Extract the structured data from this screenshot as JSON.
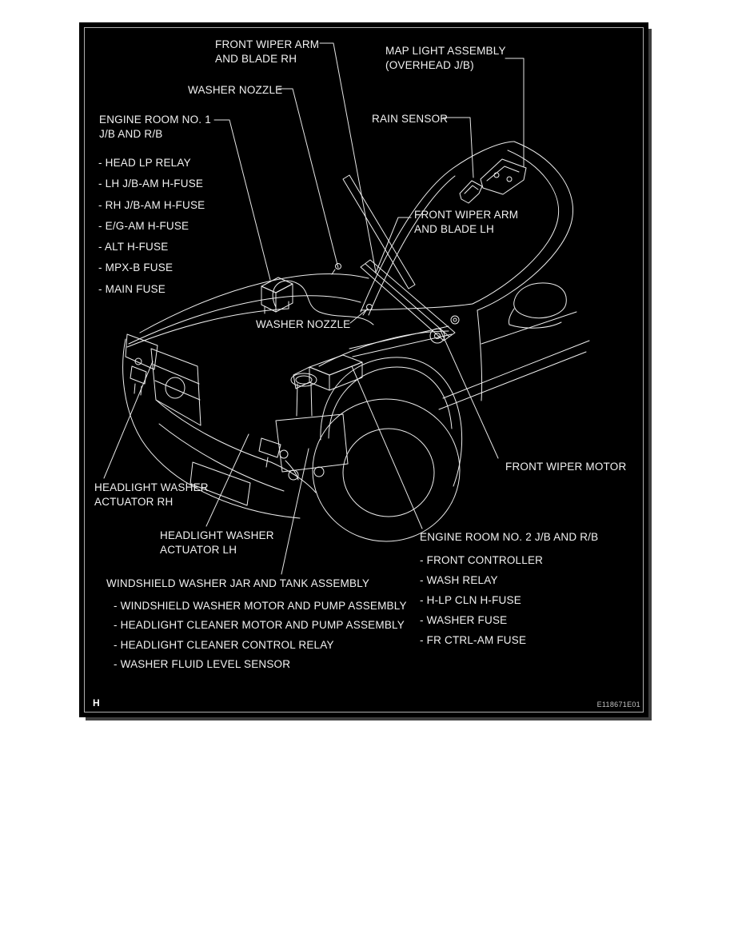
{
  "diagram": {
    "title_context": "Wiper and washer component location diagram",
    "page_marker": "H",
    "figure_code": "E118671E01",
    "colors": {
      "panel_background": "#000000",
      "line_art": "#ededed",
      "label_text": "#f1f1f1",
      "panel_border": "#aeaeae",
      "page_background": "#ffffff"
    },
    "labels": {
      "front_wiper_arm_rh": [
        "FRONT WIPER ARM",
        "AND BLADE RH"
      ],
      "map_light_assembly": [
        "MAP LIGHT ASSEMBLY",
        "(OVERHEAD J/B)"
      ],
      "washer_nozzle_top": "WASHER NOZZLE",
      "rain_sensor": "RAIN SENSOR",
      "front_wiper_arm_lh": [
        "FRONT WIPER ARM",
        "AND BLADE LH"
      ],
      "washer_nozzle_mid": "WASHER NOZZLE",
      "front_wiper_motor": "FRONT WIPER MOTOR",
      "headlight_washer_actuator_rh": [
        "HEADLIGHT WASHER",
        "ACTUATOR RH"
      ],
      "headlight_washer_actuator_lh": [
        "HEADLIGHT WASHER",
        "ACTUATOR LH"
      ]
    },
    "engine_room_1": {
      "title": [
        "ENGINE ROOM NO. 1",
        "J/B AND R/B"
      ],
      "items": [
        "- HEAD LP RELAY",
        "- LH J/B-AM H-FUSE",
        "- RH J/B-AM H-FUSE",
        "- E/G-AM H-FUSE",
        "- ALT H-FUSE",
        "- MPX-B FUSE",
        "- MAIN FUSE"
      ]
    },
    "washer_jar": {
      "title": "WINDSHIELD WASHER JAR AND TANK ASSEMBLY",
      "items": [
        "- WINDSHIELD WASHER MOTOR AND PUMP ASSEMBLY",
        "- HEADLIGHT CLEANER MOTOR AND PUMP ASSEMBLY",
        "- HEADLIGHT CLEANER CONTROL RELAY",
        "- WASHER FLUID LEVEL SENSOR"
      ]
    },
    "engine_room_2": {
      "title": "ENGINE ROOM NO. 2 J/B AND R/B",
      "items": [
        "- FRONT CONTROLLER",
        "- WASH RELAY",
        "- H-LP CLN H-FUSE",
        "- WASHER FUSE",
        "- FR CTRL-AM FUSE"
      ]
    }
  }
}
